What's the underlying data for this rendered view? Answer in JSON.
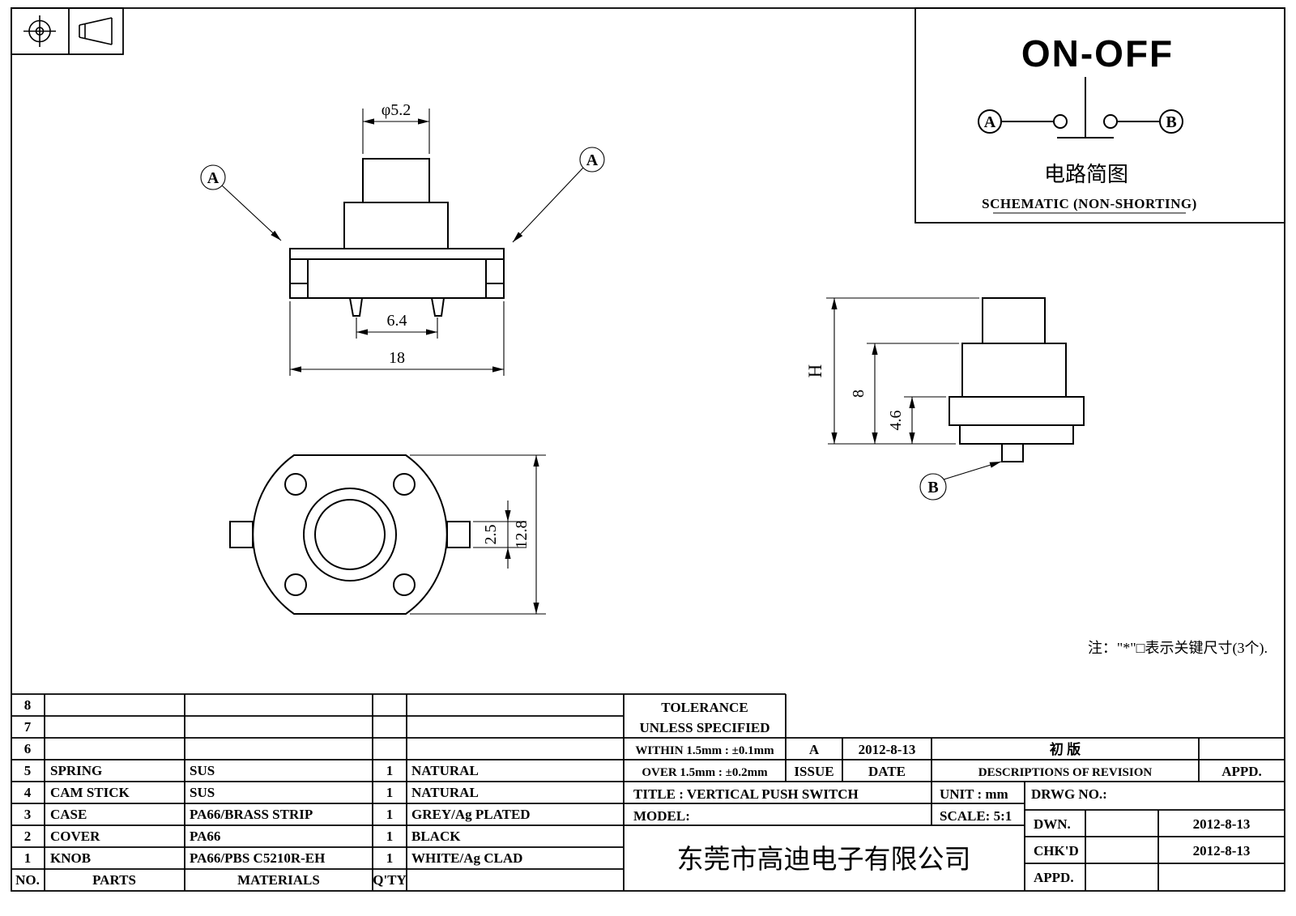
{
  "schematic": {
    "title": "ON-OFF",
    "terminal_a": "A",
    "terminal_b": "B",
    "caption_cn": "电路简图",
    "caption_en": "SCHEMATIC (NON-SHORTING)"
  },
  "front_view": {
    "balloon_left": "A",
    "balloon_right": "A",
    "dim_knob_dia": "φ5.2",
    "dim_pin_span": "6.4",
    "dim_width": "18"
  },
  "bottom_view": {
    "dim_tab": "2.5",
    "dim_depth": "12.8"
  },
  "side_view": {
    "balloon": "B",
    "dim_total_height": "H",
    "dim_body_height": "8",
    "dim_base_height": "4.6"
  },
  "note": "注：\"*\"□表示关键尺寸(3个).",
  "parts_table": {
    "footer": {
      "no": "NO.",
      "parts": "PARTS",
      "materials": "MATERIALS",
      "qty": "Q'TY"
    },
    "rows": [
      {
        "no": "8",
        "parts": "",
        "materials": "",
        "qty": "",
        "finish": ""
      },
      {
        "no": "7",
        "parts": "",
        "materials": "",
        "qty": "",
        "finish": ""
      },
      {
        "no": "6",
        "parts": "",
        "materials": "",
        "qty": "",
        "finish": ""
      },
      {
        "no": "5",
        "parts": "SPRING",
        "materials": "SUS",
        "qty": "1",
        "finish": "NATURAL"
      },
      {
        "no": "4",
        "parts": "CAM STICK",
        "materials": "SUS",
        "qty": "1",
        "finish": "NATURAL"
      },
      {
        "no": "3",
        "parts": "CASE",
        "materials": "PA66/BRASS STRIP",
        "qty": "1",
        "finish": "GREY/Ag PLATED"
      },
      {
        "no": "2",
        "parts": "COVER",
        "materials": "PA66",
        "qty": "1",
        "finish": "BLACK"
      },
      {
        "no": "1",
        "parts": "KNOB",
        "materials": "PA66/PBS C5210R-EH",
        "qty": "1",
        "finish": "WHITE/Ag CLAD"
      }
    ]
  },
  "tolerance": {
    "title": "TOLERANCE",
    "subtitle": "UNLESS  SPECIFIED",
    "within": "WITHIN 1.5mm : ±0.1mm",
    "over": "OVER 1.5mm : ±0.2mm"
  },
  "revision": {
    "issue": "A",
    "date": "2012-8-13",
    "issue_label": "ISSUE",
    "date_label": "DATE",
    "description": "初 版",
    "description_label": "DESCRIPTIONS OF REVISION",
    "appd_label": "APPD."
  },
  "title_block": {
    "title": "TITLE :  VERTICAL PUSH SWITCH",
    "unit": "UNIT :  mm",
    "drwg_no": "DRWG NO.:",
    "model": "MODEL:",
    "scale": "SCALE:  5:1",
    "dwn_label": "DWN.",
    "dwn_date": "2012-8-13",
    "chkd_label": "CHK'D",
    "chkd_date": "2012-8-13",
    "appd_label": "APPD.",
    "company": "东莞市高迪电子有限公司"
  }
}
